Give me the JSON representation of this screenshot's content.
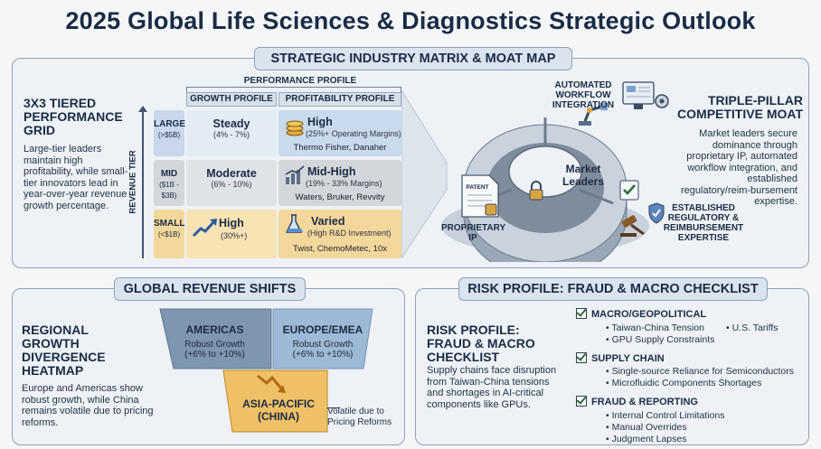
{
  "title": "2025 Global Life Sciences & Diagnostics Strategic Outlook",
  "top": {
    "banner": "STRATEGIC INDUSTRY MATRIX & MOAT MAP",
    "grid": {
      "heading": "3x3 TIERED PERFORMANCE GRID",
      "description": "Large-tier leaders maintain high profitability, while small-tier innovators lead in year-over-year revenue growth percentage.",
      "perf_profile": "PERFORMANCE PROFILE",
      "col_growth": "GROWTH PROFILE",
      "col_profit": "PROFITABILITY PROFILE",
      "revenue_tier": "REVENUE TIER",
      "rows": [
        {
          "tier": "LARGE",
          "range": "(>$5B)",
          "growth": "Steady",
          "growth_sub": "(4% - 7%)",
          "profit": "High",
          "profit_sub": "(25%+ Operating Margins)",
          "companies": "Thermo Fisher, Danaher"
        },
        {
          "tier": "MID",
          "range": "($1B - $3B)",
          "growth": "Moderate",
          "growth_sub": "(6% - 10%)",
          "profit": "Mid-High",
          "profit_sub": "(19% - 33% Margins)",
          "companies": "Waters, Bruker, Revvity"
        },
        {
          "tier": "SMALL",
          "range": "(<$1B)",
          "growth": "High",
          "growth_sub": "(30%+)",
          "profit": "Varied",
          "profit_sub": "(High R&D Investment)",
          "companies": "Twist, ChemoMetec, 10x"
        }
      ]
    },
    "moat": {
      "heading": "TRIPLE-PILLAR COMPETITIVE MOAT",
      "description": "Market leaders secure dominance through proprietary IP, automated workflow integration, and established regulatory/reim-bursement expertise.",
      "center": "Market Leaders",
      "pillar_automation": "AUTOMATED WORKFLOW INTEGRATION",
      "pillar_ip": "PROPRIETARY IP",
      "pillar_regulatory": "ESTABLISHED REGULATORY & REIMBURSEMENT EXPERTISE",
      "patent_label": "PATENT"
    }
  },
  "revenue": {
    "banner": "GLOBAL REVENUE SHIFTS",
    "heading": "REGIONAL GROWTH DIVERGENCE HEATMAP",
    "description": "Europe and Americas show robust growth, while China remains volatile due to pricing reforms.",
    "regions": [
      {
        "name": "AMERICAS",
        "line1": "Robust Growth",
        "line2": "(+6% to +10%)",
        "color": "#7f96b3"
      },
      {
        "name": "EUROPE/EMEA",
        "line1": "Robust Growth",
        "line2": "(+6% to +10%)",
        "color": "#9cbad6"
      },
      {
        "name": "ASIA-PACIFIC (CHINA)",
        "color": "#f0c066"
      }
    ],
    "callout": "Volatile due to Pricing Reforms"
  },
  "risk": {
    "banner": "RISK PROFILE: FRAUD & MACRO CHECKLIST",
    "heading": "RISK PROFILE: FRAUD & MACRO CHECKLIST",
    "description": "Supply chains face disruption from Taiwan-China tensions and shortages in AI-critical components like GPUs.",
    "groups": [
      {
        "title": "MACRO/GEOPOLITICAL",
        "items": [
          "Taiwan-China Tension",
          "U.S. Tariffs",
          "GPU Supply Constraints"
        ]
      },
      {
        "title": "SUPPLY CHAIN",
        "items": [
          "Single-source Reliance for Semiconductors",
          "Microfluidic Components Shortages"
        ]
      },
      {
        "title": "FRAUD & REPORTING",
        "items": [
          "Internal Control Limitations",
          "Manual Overrides",
          "Judgment Lapses"
        ]
      }
    ]
  }
}
